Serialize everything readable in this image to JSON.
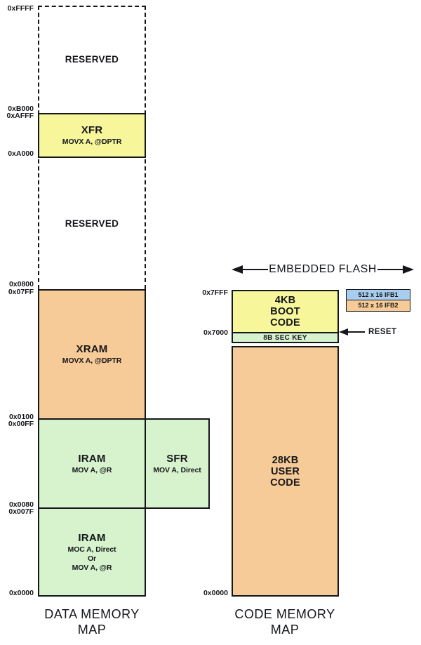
{
  "colors": {
    "yellow": "#F8F69B",
    "orange": "#F7CB97",
    "green": "#D6F3CE",
    "blue": "#A9CDEF",
    "border": "#14161A"
  },
  "data_map": {
    "title": [
      "DATA MEMORY",
      "MAP"
    ],
    "addresses": [
      "0xFFFF",
      "0xB000",
      "0xAFFF",
      "0xA000",
      "0x0800",
      "0x07FF",
      "0x0100",
      "0x00FF",
      "0x0080",
      "0x007F",
      "0x0000"
    ],
    "regions": {
      "reserved_top": {
        "label": "RESERVED"
      },
      "xfr": {
        "label": "XFR",
        "sub": "MOVX A, @DPTR"
      },
      "reserved_mid": {
        "label": "RESERVED"
      },
      "xram": {
        "label": "XRAM",
        "sub": "MOVX A, @DPTR"
      },
      "iram_upper": {
        "label": "IRAM",
        "sub": "MOV A, @R"
      },
      "sfr": {
        "label": "SFR",
        "sub": "MOV A, Direct"
      },
      "iram_lower": {
        "label": "IRAM",
        "sub_lines": [
          "MOC A, Direct",
          "Or",
          "MOV A, @R"
        ]
      }
    }
  },
  "code_map": {
    "title": [
      "CODE MEMORY",
      "MAP"
    ],
    "flash_header": "EMBEDDED FLASH",
    "addresses": [
      "0x7FFF",
      "0x7000",
      "0x0000"
    ],
    "reset_label": "RESET",
    "regions": {
      "boot": {
        "lines": [
          "4KB",
          "BOOT",
          "CODE"
        ]
      },
      "sec_key": {
        "label": "8B SEC KEY"
      },
      "user": {
        "lines": [
          "28KB",
          "USER",
          "CODE"
        ]
      }
    },
    "legend": [
      {
        "label": "512 x 16 IFB1",
        "color": "#A9CDEF"
      },
      {
        "label": "512 x 16 IFB2",
        "color": "#F7CB97"
      }
    ]
  }
}
